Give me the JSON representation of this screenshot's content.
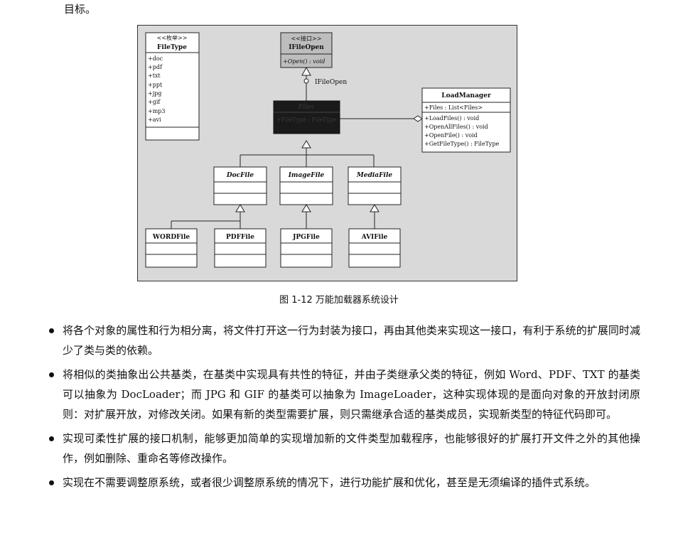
{
  "top_text": "目标。",
  "figure": {
    "caption": "图 1-12   万能加载器系统设计",
    "enum_box": {
      "stereotype": "<<枚举>>",
      "name": "FileType",
      "items": [
        "+doc",
        "+pdf",
        "+txt",
        "+ppt",
        "+jpg",
        "+gif",
        "+mp3",
        "+avi"
      ]
    },
    "interface_box": {
      "stereotype": "<<接口>>",
      "name": "IFileOpen",
      "method": "+Open() : void"
    },
    "interface_label": "IFileOpen",
    "files_box": {
      "name": "Files",
      "attr": "+FileType : FileType"
    },
    "load_manager": {
      "name": "LoadManager",
      "attr": "+Files : List<Files>",
      "methods": [
        "+LoadFiles() : void",
        "+OpenAllFiles() : void",
        "+OpenFile() : void",
        "+GetFileType() : FileType"
      ]
    },
    "abstract_classes": [
      "DocFile",
      "ImageFile",
      "MediaFile"
    ],
    "concrete_classes": [
      "WORDFile",
      "PDFFile",
      "JPGFile",
      "AVIFile"
    ]
  },
  "bullets": [
    "将各个对象的属性和行为相分离，将文件打开这一行为封装为接口，再由其他类来实现这一接口，有利于系统的扩展同时减少了类与类的依赖。",
    "将相似的类抽象出公共基类，在基类中实现具有共性的特征，并由子类继承父类的特征，例如 Word、PDF、TXT 的基类可以抽象为 DocLoader；而 JPG 和 GIF 的基类可以抽象为 ImageLoader，这种实现体现的是面向对象的开放封闭原则：对扩展开放，对修改关闭。如果有新的类型需要扩展，则只需继承合适的基类成员，实现新类型的特征代码即可。",
    "实现可柔性扩展的接口机制，能够更加简单的实现增加新的文件类型加载程序，也能够很好的扩展打开文件之外的其他操作，例如删除、重命名等修改操作。",
    "实现在不需要调整原系统，或者很少调整原系统的情况下，进行功能扩展和优化，甚至是无须编译的插件式系统。"
  ]
}
